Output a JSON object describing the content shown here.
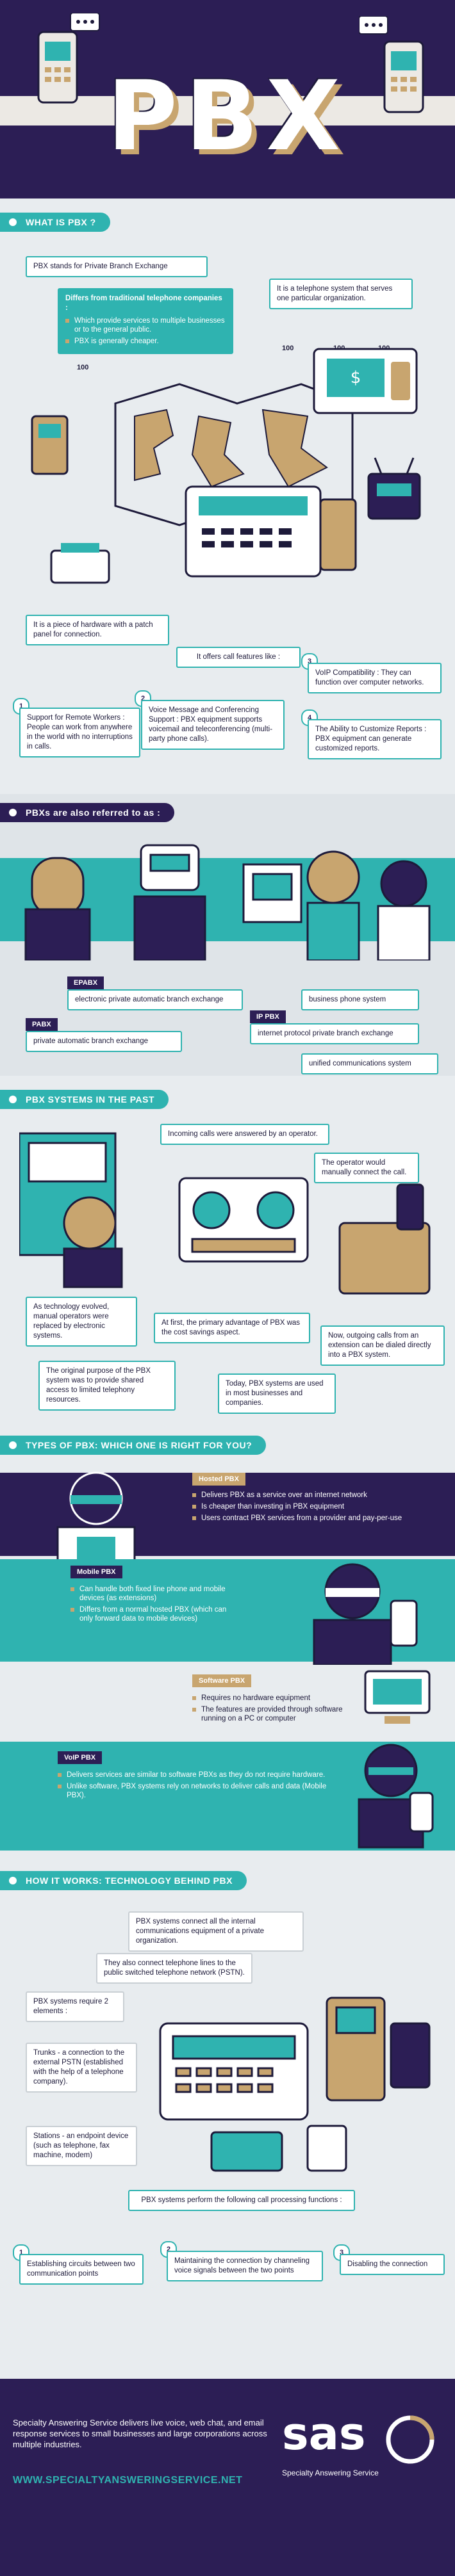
{
  "header": {
    "title": "PBX"
  },
  "what": {
    "heading": "WHAT IS PBX ?",
    "stands": "PBX stands for Private Branch Exchange",
    "differs_title": "Differs from traditional telephone companies :",
    "differs_items": [
      "Which provide services to multiple businesses or to the general public.",
      "PBX is generally cheaper."
    ],
    "serves": "It is a telephone system that serves one particular organization.",
    "hardware": "It is a piece of hardware with a patch panel for connection.",
    "offers": "It offers call features like :",
    "features": [
      {
        "num": "1",
        "text": "Support for Remote Workers : People can work from anywhere in the world with no interruptions in calls."
      },
      {
        "num": "2",
        "text": "Voice Message and Conferencing Support : PBX equipment supports voicemail and teleconferencing (multi-party phone calls)."
      },
      {
        "num": "3",
        "text": "VoIP Compatibility : They can function over computer networks."
      },
      {
        "num": "4",
        "text": "The Ability to Customize Reports : PBX equipment can generate customized reports."
      }
    ],
    "device_labels": [
      "100",
      "100",
      "100",
      "100"
    ]
  },
  "aka": {
    "heading": "PBXs are also referred to as :",
    "items": [
      {
        "tag": "EPABX",
        "text": "electronic private automatic branch exchange"
      },
      {
        "tag": "PABX",
        "text": "private automatic branch exchange"
      },
      {
        "tag": "IP PBX",
        "text": "internet protocol private branch exchange"
      },
      {
        "tag": "",
        "text": "business phone system"
      },
      {
        "tag": "",
        "text": "unified communications system"
      }
    ]
  },
  "past": {
    "heading": "PBX SYSTEMS IN THE PAST",
    "items": [
      "Incoming calls were answered by an operator.",
      "The operator would manually connect the call.",
      "As technology evolved, manual operators were replaced by electronic systems.",
      "At first, the primary advantage of PBX was the cost savings aspect.",
      "Now, outgoing calls from an extension can be dialed directly into a PBX system.",
      "The original purpose of the PBX system was to provide shared access to limited telephony resources.",
      "Today, PBX systems are used in most businesses and companies."
    ]
  },
  "types": {
    "heading": "TYPES OF PBX: WHICH ONE IS RIGHT FOR YOU?",
    "hosted": {
      "tag": "Hosted PBX",
      "items": [
        "Delivers PBX as a service over an internet network",
        "Is cheaper than investing in PBX equipment",
        "Users contract PBX services from a provider and pay-per-use"
      ]
    },
    "mobile": {
      "tag": "Mobile PBX",
      "items": [
        "Can handle both fixed line phone and mobile devices (as extensions)",
        "Differs from a normal hosted PBX (which can only forward data to mobile devices)"
      ]
    },
    "software": {
      "tag": "Software PBX",
      "items": [
        "Requires no hardware equipment",
        "The features are provided through software running on a PC or computer"
      ]
    },
    "voip": {
      "tag": "VoIP PBX",
      "items": [
        "Delivers services are similar to software PBXs as they do not require hardware.",
        "Unlike software, PBX systems rely on networks to deliver calls and data (Mobile PBX)."
      ]
    }
  },
  "how": {
    "heading": "HOW IT WORKS: TECHNOLOGY BEHIND PBX",
    "connects": "PBX systems connect all the internal communications equipment of a private organization.",
    "external": "They also connect telephone lines to the public switched telephone network (PSTN).",
    "requires": "PBX systems require 2 elements :",
    "trunks": "Trunks - a connection to the external PSTN (established with the help of a telephone company).",
    "stations": "Stations - an endpoint device (such as telephone, fax machine, modem)",
    "perform": "PBX systems perform the following call processing functions :",
    "steps": [
      {
        "num": "1",
        "text": "Establishing circuits between two communication points"
      },
      {
        "num": "2",
        "text": "Maintaining the connection by channeling voice signals between the two points"
      },
      {
        "num": "3",
        "text": "Disabling the connection"
      }
    ]
  },
  "footer": {
    "blurb": "Specialty Answering Service delivers live voice, web chat, and email response services to small businesses and large corporations across multiple industries.",
    "url": "WWW.SPECIALTYANSWERINGSERVICE.NET",
    "logo_text": "sas",
    "logo_sub": "Specialty Answering Service"
  },
  "colors": {
    "navy": "#2c1e55",
    "teal": "#2fb3b0",
    "gold": "#c8a56f",
    "light": "#e8ecef"
  }
}
